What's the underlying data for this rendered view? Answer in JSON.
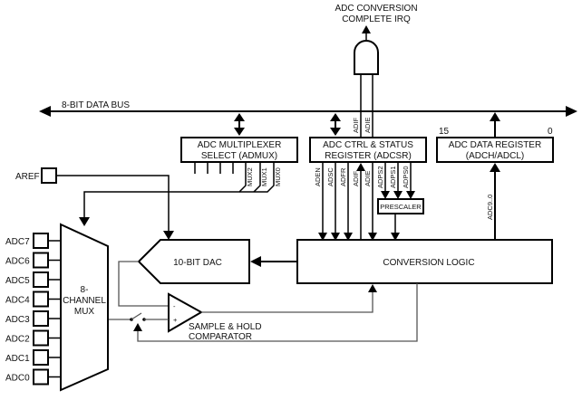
{
  "title": "ADC Block Schematic",
  "irq_label": [
    "ADC CONVERSION",
    "COMPLETE IRQ"
  ],
  "bus_label": "8-BIT DATA BUS",
  "aref_label": "AREF",
  "admux": {
    "line1": "ADC MULTIPLEXER",
    "line2": "SELECT (ADMUX)",
    "bits": [
      "MUX2",
      "MUX1",
      "MUX0"
    ]
  },
  "adcsr": {
    "line1": "ADC CTRL & STATUS",
    "line2": "REGISTER (ADCSR)",
    "bits": [
      "ADEN",
      "ADSC",
      "ADFR",
      "ADIF",
      "ADIE",
      "ADPS2",
      "ADPS1",
      "ADPS0"
    ],
    "irq_bits": [
      "ADIF",
      "ADIE"
    ]
  },
  "data_reg": {
    "line1": "ADC DATA REGISTER",
    "line2": "(ADCH/ADCL)",
    "msb": "15",
    "lsb": "0",
    "bus_label": "ADC9..0"
  },
  "prescaler": "PRESCALER",
  "dac": "10-BIT DAC",
  "conversion_logic": "CONVERSION LOGIC",
  "mux": {
    "line1": "8-",
    "line2": "CHANNEL",
    "line3": "MUX"
  },
  "comparator": {
    "line1": "SAMPLE & HOLD",
    "line2": "COMPARATOR",
    "minus": "-",
    "plus": "+"
  },
  "channels": [
    "ADC7",
    "ADC6",
    "ADC5",
    "ADC4",
    "ADC3",
    "ADC2",
    "ADC1",
    "ADC0"
  ]
}
